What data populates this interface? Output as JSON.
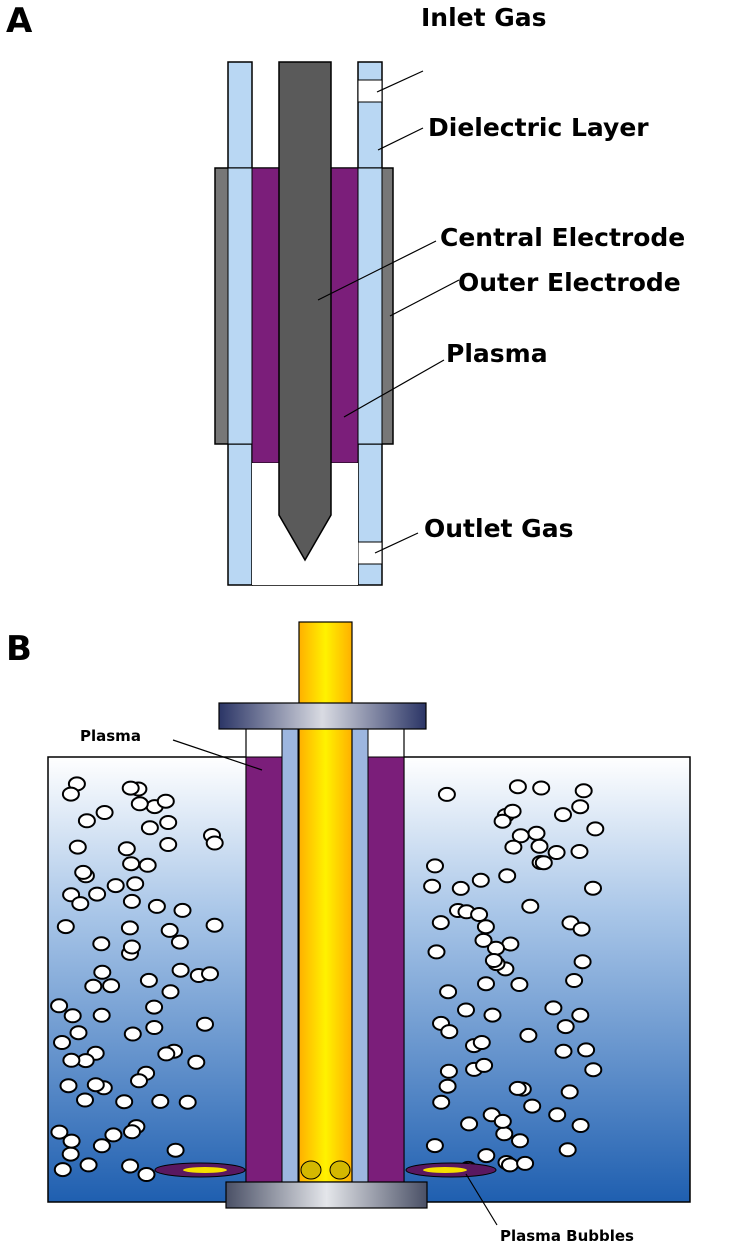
{
  "panel_a": {
    "letter": "A",
    "labels": {
      "inlet_gas": "Inlet Gas",
      "dielectric_layer": "Dielectric Layer",
      "central_electrode": "Central Electrode",
      "outer_electrode": "Outer Electrode",
      "plasma": "Plasma",
      "outlet_gas": "Outlet Gas"
    }
  },
  "panel_b": {
    "letter": "B",
    "labels": {
      "plasma": "Plasma",
      "plasma_bubbles": "Plasma Bubbles"
    }
  },
  "colors": {
    "dielectric": "#b9d7f3",
    "central_electrode": "#5a5a5a",
    "outer_electrode": "#777777",
    "plasma": "#7b1e7a",
    "rod": "#ffc400",
    "liquid_top": "#ffffff",
    "liquid_bottom": "#1f5fb0",
    "flange": "#2b3566"
  }
}
